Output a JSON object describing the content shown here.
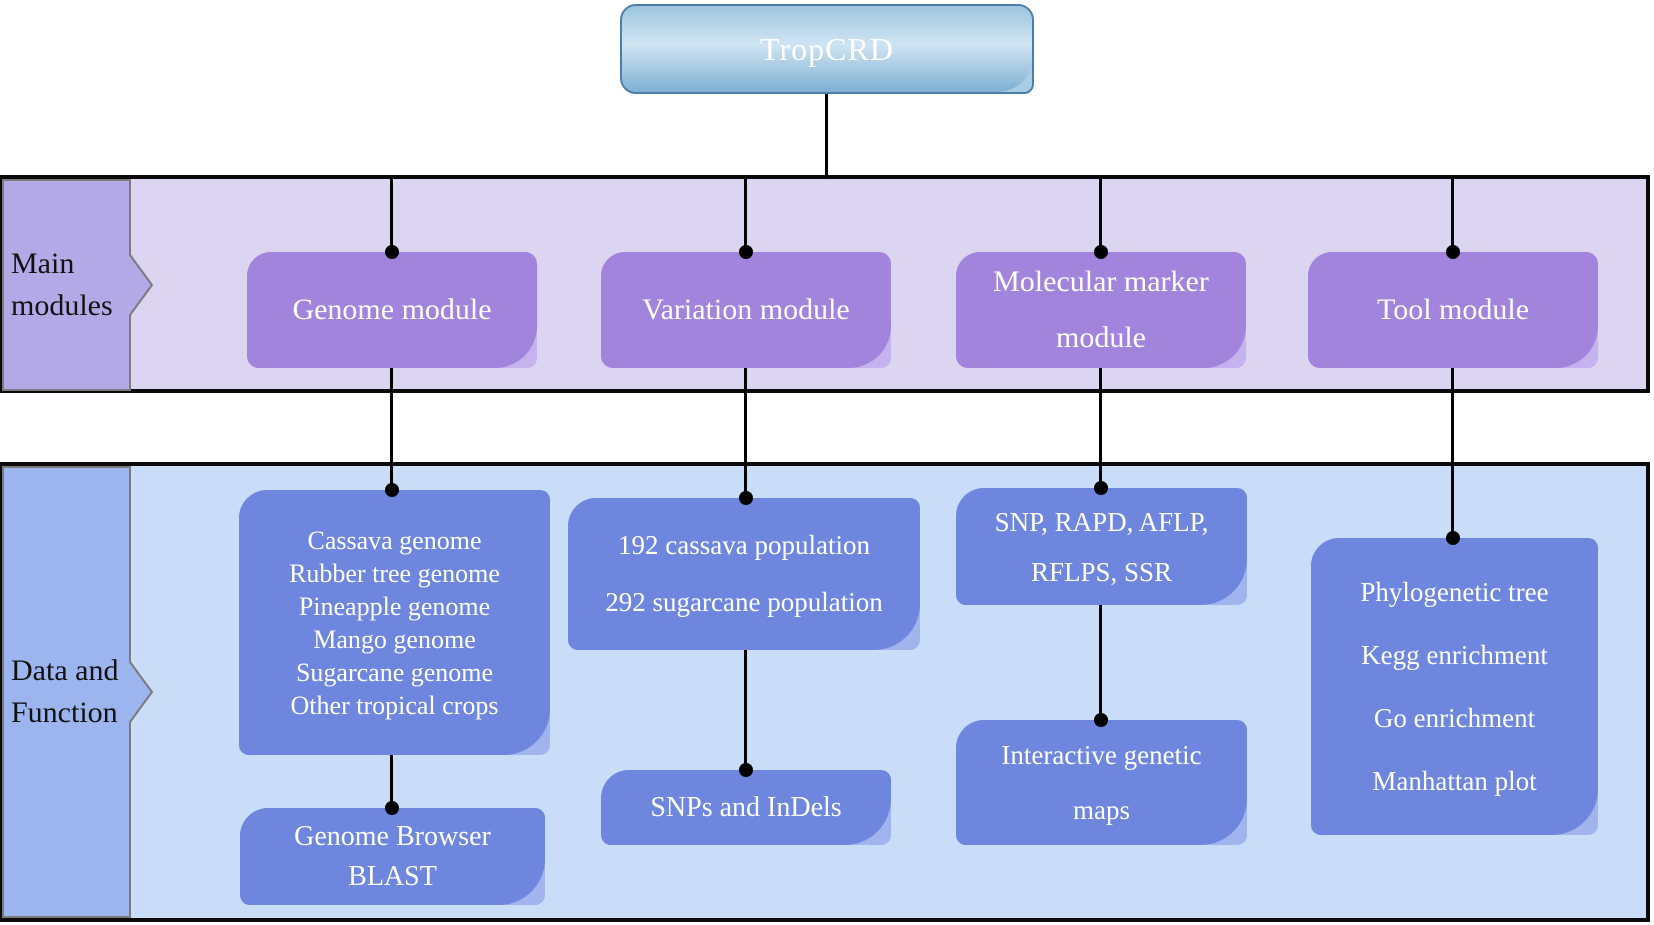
{
  "root": {
    "label": "TropCRD"
  },
  "main_band": {
    "tag_lines": [
      "Main",
      "modules"
    ]
  },
  "data_band": {
    "tag_lines": [
      "Data and",
      "Function"
    ]
  },
  "columns": [
    {
      "module": "Genome module",
      "box1_lines": [
        "Cassava genome",
        "Rubber tree genome",
        "Pineapple genome",
        "Mango genome",
        "Sugarcane genome",
        "Other tropical crops"
      ],
      "box2_lines": [
        "Genome Browser",
        "BLAST"
      ]
    },
    {
      "module": "Variation module",
      "box1_lines": [
        "192 cassava population",
        "292 sugarcane population"
      ],
      "box2_lines": [
        "SNPs and InDels"
      ]
    },
    {
      "module": "Molecular marker module",
      "box1_lines": [
        "SNP, RAPD, AFLP,",
        "RFLPS, SSR"
      ],
      "box2_lines": [
        "Interactive genetic",
        "maps"
      ]
    },
    {
      "module": "Tool module",
      "box1_lines": [
        "Phylogenetic tree",
        "Kegg enrichment",
        "Go enrichment",
        "Manhattan plot"
      ],
      "box2_lines": []
    }
  ],
  "colors": {
    "root_fill_top": "#9cc5df",
    "root_fill_mid": "#cfe4f2",
    "root_fill_bottom": "#7fb0d3",
    "root_border": "#4d7ea8",
    "main_band_fill": "#dcd5f2",
    "main_tag_fill": "#b3a9e6",
    "module_fill": "#a284dc",
    "module_fold": "#c4b3ee",
    "data_band_fill": "#c9dcf8",
    "data_tag_fill": "#9cb5ee",
    "data_box_fill": "#6e86de",
    "data_box_fold": "#a2b4ee",
    "connector": "#000000",
    "text_on_box": "#ffffff",
    "tag_text": "#111111"
  }
}
